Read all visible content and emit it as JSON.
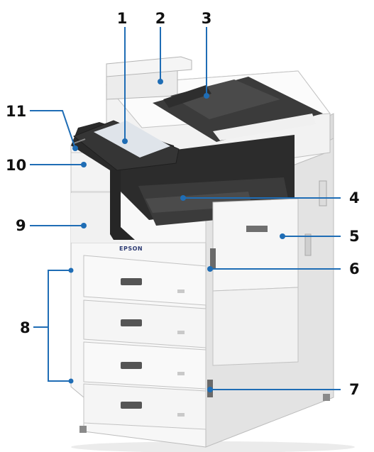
{
  "figure": {
    "brand_label": "EPSON",
    "callouts": [
      {
        "id": "c1",
        "number": "1"
      },
      {
        "id": "c2",
        "number": "2"
      },
      {
        "id": "c3",
        "number": "3"
      },
      {
        "id": "c4",
        "number": "4"
      },
      {
        "id": "c5",
        "number": "5"
      },
      {
        "id": "c6",
        "number": "6"
      },
      {
        "id": "c7",
        "number": "7"
      },
      {
        "id": "c8",
        "number": "8"
      },
      {
        "id": "c9",
        "number": "9"
      },
      {
        "id": "c10",
        "number": "10"
      },
      {
        "id": "c11",
        "number": "11"
      }
    ]
  },
  "colors": {
    "leader_line": "#1f6db5",
    "leader_dot": "#1f6db5",
    "body_light": "#f6f6f6",
    "body_shadow": "#d4d4d4",
    "dark_frame": "#2b2b2b",
    "scanner_dark": "#3a3a3a"
  }
}
